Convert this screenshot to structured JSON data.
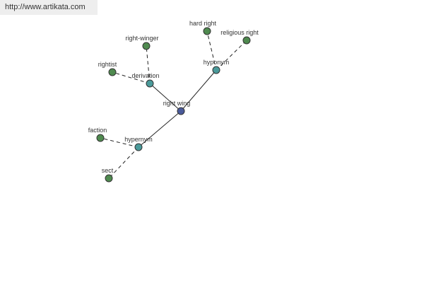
{
  "header": {
    "source_url": "http://www.artikata.com"
  },
  "colors": {
    "background": "#ffffff",
    "banner_bg": "#eeeeee",
    "edge": "#222222",
    "label": "#333333",
    "node_stroke": "#333333",
    "node_root": "#4a5a9a",
    "node_relation": "#4a9a9a",
    "node_term": "#4f8a4f"
  },
  "graph": {
    "nodes": [
      {
        "id": "right-wing",
        "label": "right wing",
        "kind": "root"
      },
      {
        "id": "derivation",
        "label": "derivation",
        "kind": "relation"
      },
      {
        "id": "hyponym",
        "label": "hyponym",
        "kind": "relation"
      },
      {
        "id": "hypernym",
        "label": "hypernym",
        "kind": "relation"
      },
      {
        "id": "right-winger",
        "label": "right-winger",
        "kind": "term"
      },
      {
        "id": "rightist",
        "label": "rightist",
        "kind": "term"
      },
      {
        "id": "hard-right",
        "label": "hard right",
        "kind": "term"
      },
      {
        "id": "religious-right",
        "label": "religious right",
        "kind": "term"
      },
      {
        "id": "faction",
        "label": "faction",
        "kind": "term"
      },
      {
        "id": "sect",
        "label": "sect",
        "kind": "term"
      }
    ],
    "edges": [
      {
        "from": "right-wing",
        "to": "derivation",
        "style": "solid"
      },
      {
        "from": "right-wing",
        "to": "hyponym",
        "style": "solid"
      },
      {
        "from": "right-wing",
        "to": "hypernym",
        "style": "solid"
      },
      {
        "from": "derivation",
        "to": "right-winger",
        "style": "dashed"
      },
      {
        "from": "derivation",
        "to": "rightist",
        "style": "dashed"
      },
      {
        "from": "hyponym",
        "to": "hard-right",
        "style": "dashed"
      },
      {
        "from": "hyponym",
        "to": "religious-right",
        "style": "dashed"
      },
      {
        "from": "hypernym",
        "to": "faction",
        "style": "dashed"
      },
      {
        "from": "hypernym",
        "to": "sect",
        "style": "dashed"
      }
    ]
  }
}
